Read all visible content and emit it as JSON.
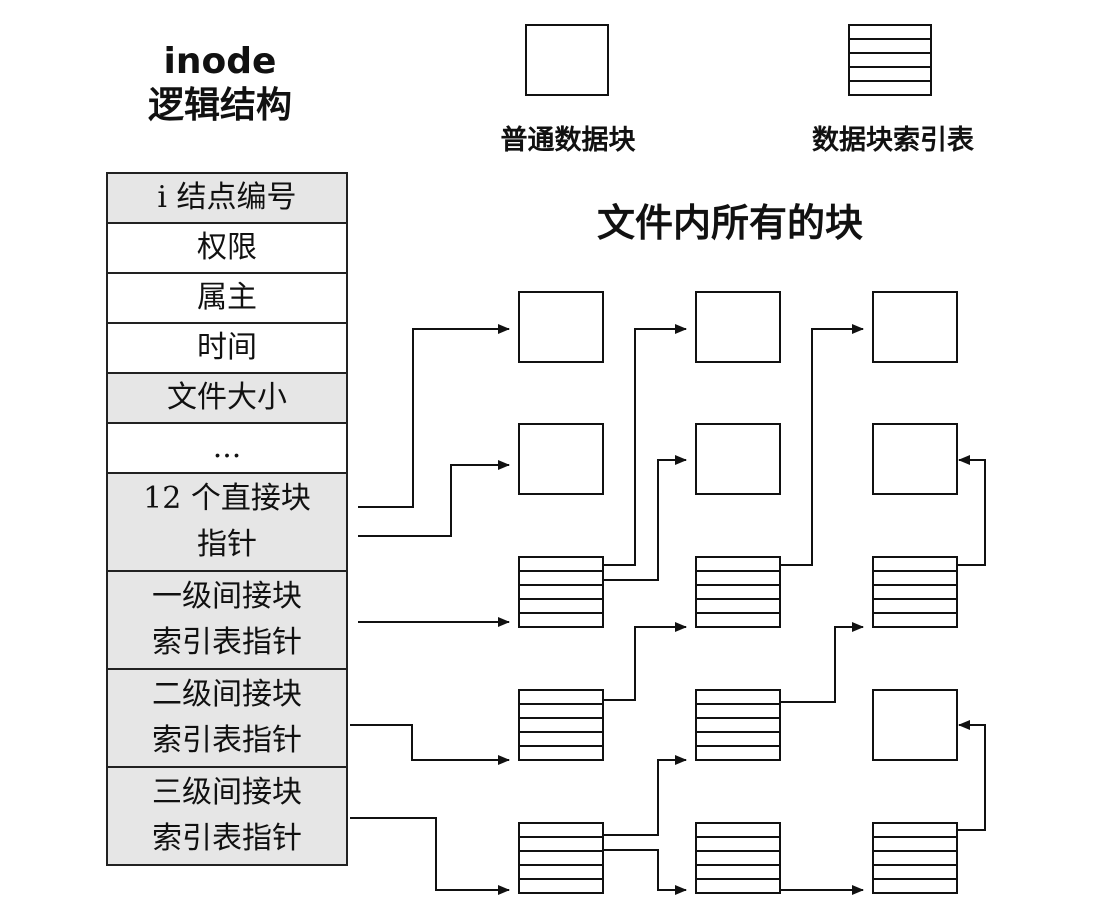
{
  "inode_title": "inode",
  "inode_subtitle": "逻辑结构",
  "legend": {
    "data_block": "普通数据块",
    "index_table": "数据块索引表"
  },
  "blocks_title": "文件内所有的块",
  "inode_rows": [
    {
      "label": "i 结点编号",
      "shaded": true
    },
    {
      "label": "权限",
      "shaded": false
    },
    {
      "label": "属主",
      "shaded": false
    },
    {
      "label": "时间",
      "shaded": false
    },
    {
      "label": "文件大小",
      "shaded": true
    },
    {
      "label": "...",
      "shaded": false
    },
    {
      "label": "12 个直接块\n指针",
      "shaded": true
    },
    {
      "label": "一级间接块\n索引表指针",
      "shaded": true
    },
    {
      "label": "二级间接块\n索引表指针",
      "shaded": true
    },
    {
      "label": "三级间接块\n索引表指针",
      "shaded": true
    }
  ]
}
